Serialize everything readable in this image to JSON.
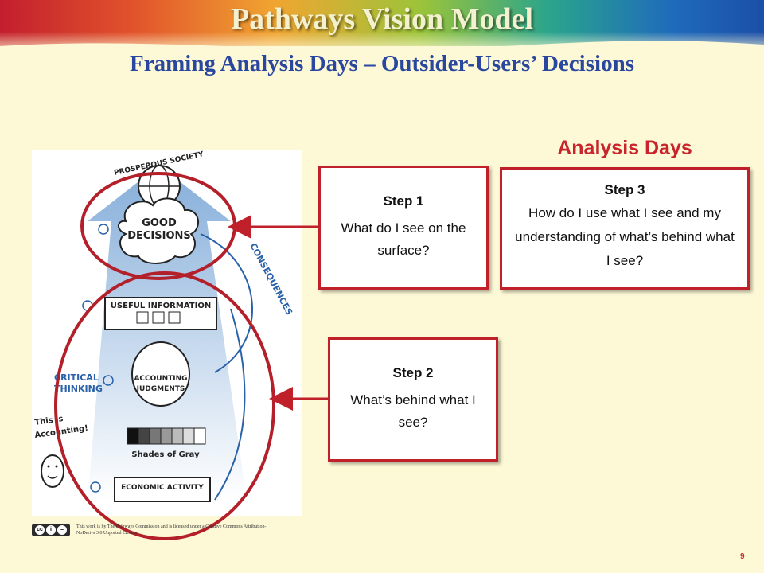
{
  "slide": {
    "title": "Pathways Vision Model",
    "subtitle": "Framing Analysis Days – Outsider-Users’ Decisions",
    "page_number": "9"
  },
  "analysis": {
    "section_title": "Analysis Days",
    "steps": [
      {
        "label": "Step 1",
        "text": "What do I see on the surface?"
      },
      {
        "label": "Step 2",
        "text": "What’s behind what I see?"
      },
      {
        "label": "Step 3",
        "text": "How do I use what I see and my understanding of what’s behind what I see?"
      }
    ]
  },
  "illustration": {
    "prosperous_society": "PROSPEROUS SOCIETY",
    "good": "GOOD",
    "decisions": "DECISIONS",
    "consequences": "CONSEQUENCES",
    "useful_information": "USEFUL INFORMATION",
    "critical": "CRITICAL",
    "thinking": "THINKING",
    "accounting": "ACCOUNTING",
    "judgments": "JUDGMENTS",
    "shades_of_gray": "Shades of Gray",
    "economic_activity": "ECONOMIC ACTIVITY",
    "this_is": "This is",
    "accounting_exclaim": "Accounting!"
  },
  "license": {
    "badge": "cc",
    "text": "This work is by The Pathways Commission and is licensed under a Creative Commons Attribution-NoDerivs 3.0 Unported License."
  },
  "colors": {
    "accent_red": "#c0202a",
    "subtitle_blue": "#2a47a0",
    "background": "#fdf9d6"
  }
}
